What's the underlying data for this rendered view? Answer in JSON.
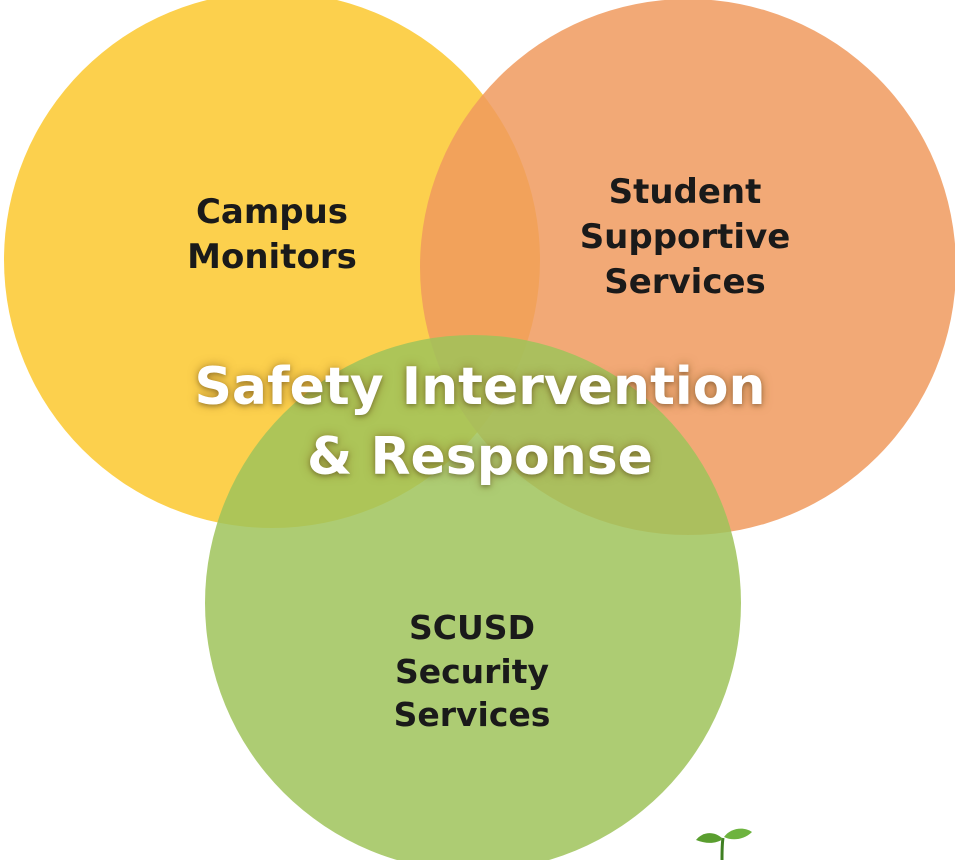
{
  "diagram": {
    "center_title": [
      "Safety Intervention",
      "& Response"
    ],
    "circles": [
      {
        "id": "campus",
        "lines": [
          "Campus",
          "Monitors"
        ],
        "color": "#fcc934"
      },
      {
        "id": "student",
        "lines": [
          "Student",
          "Supportive",
          "Services"
        ],
        "color": "#f09a5e"
      },
      {
        "id": "scusd",
        "lines": [
          "SCUSD",
          "Security",
          "Services"
        ],
        "color": "#a2c660"
      }
    ]
  },
  "logo": {
    "icon": "sprout-icon",
    "color": "#5a9e2f"
  }
}
